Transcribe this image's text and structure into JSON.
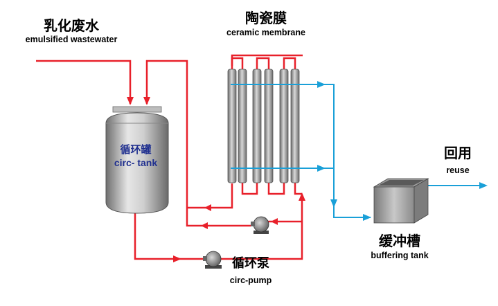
{
  "labels": {
    "wastewater_zh": "乳化废水",
    "wastewater_en": "emulsified wastewater",
    "membrane_zh": "陶瓷膜",
    "membrane_en": "ceramic membrane",
    "tank_zh": "循环罐",
    "tank_en": "circ- tank",
    "pump_zh": "循环泵",
    "pump_en": "circ-pump",
    "buffer_zh": "缓冲槽",
    "buffer_en": "buffering tank",
    "reuse_zh": "回用",
    "reuse_en": "reuse"
  },
  "colors": {
    "feed_line": "#e8202a",
    "permeate_line": "#1aa0d8",
    "tank_text": "#1f2f8f",
    "equipment_gray": "#8c8c8c"
  },
  "icons": {
    "feed_pump": "pump-icon",
    "circ_pump": "pump-icon",
    "flow_arrow": "arrow-icon"
  }
}
